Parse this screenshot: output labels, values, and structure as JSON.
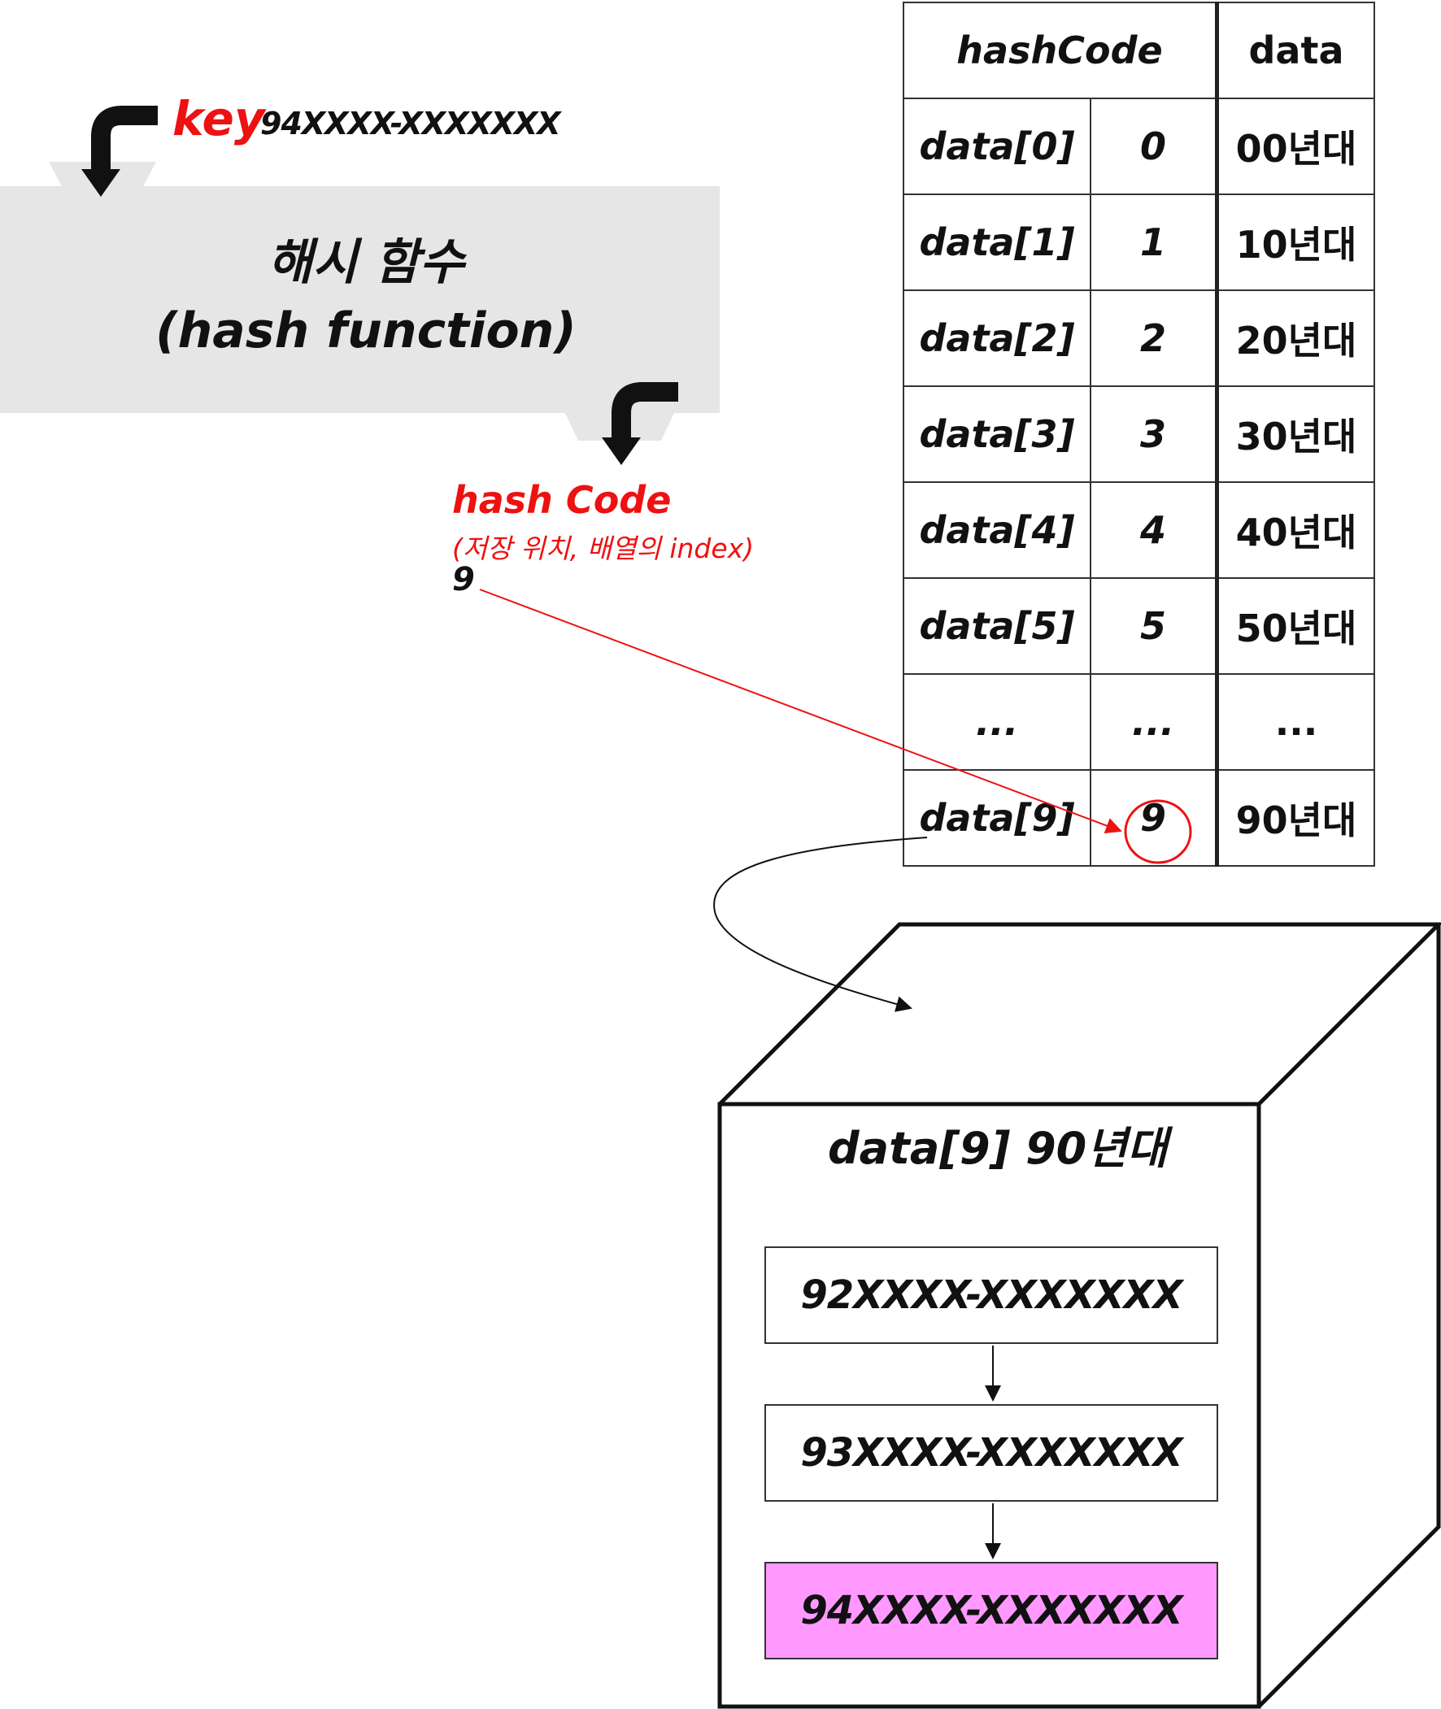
{
  "key": {
    "label": "key",
    "value": "94XXXX-XXXXXXX"
  },
  "hash_function": {
    "line1": "해시 함수",
    "line2": "(hash function)"
  },
  "hash_code": {
    "label": "hash Code",
    "note": "(저장 위치, 배열의 index)",
    "value": "9"
  },
  "table": {
    "header_hashcode": "hashCode",
    "header_data": "data",
    "rows": [
      {
        "name": "data[0]",
        "index": "0",
        "data": "00년대"
      },
      {
        "name": "data[1]",
        "index": "1",
        "data": "10년대"
      },
      {
        "name": "data[2]",
        "index": "2",
        "data": "20년대"
      },
      {
        "name": "data[3]",
        "index": "3",
        "data": "30년대"
      },
      {
        "name": "data[4]",
        "index": "4",
        "data": "40년대"
      },
      {
        "name": "data[5]",
        "index": "5",
        "data": "50년대"
      },
      {
        "name": "...",
        "index": "...",
        "data": "..."
      },
      {
        "name": "data[9]",
        "index": "9",
        "data": "90년대"
      }
    ]
  },
  "bucket": {
    "title": "data[9] 90년대",
    "entries": [
      "92XXXX-XXXXXXX",
      "93XXXX-XXXXXXX",
      "94XXXX-XXXXXXX"
    ],
    "highlight_color": "#ff99ff"
  },
  "colors": {
    "accent": "#ee1111",
    "band": "#e6e6e6"
  }
}
